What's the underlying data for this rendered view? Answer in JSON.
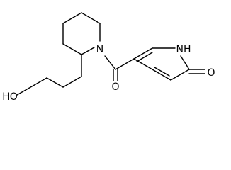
{
  "molecule": {
    "atoms": {
      "ring_nitrogen": "N",
      "pyridone_nh": "NH",
      "carbonyl_oxygen": "O",
      "pyridone_oxygen": "O",
      "hydroxyl": "HO"
    }
  }
}
